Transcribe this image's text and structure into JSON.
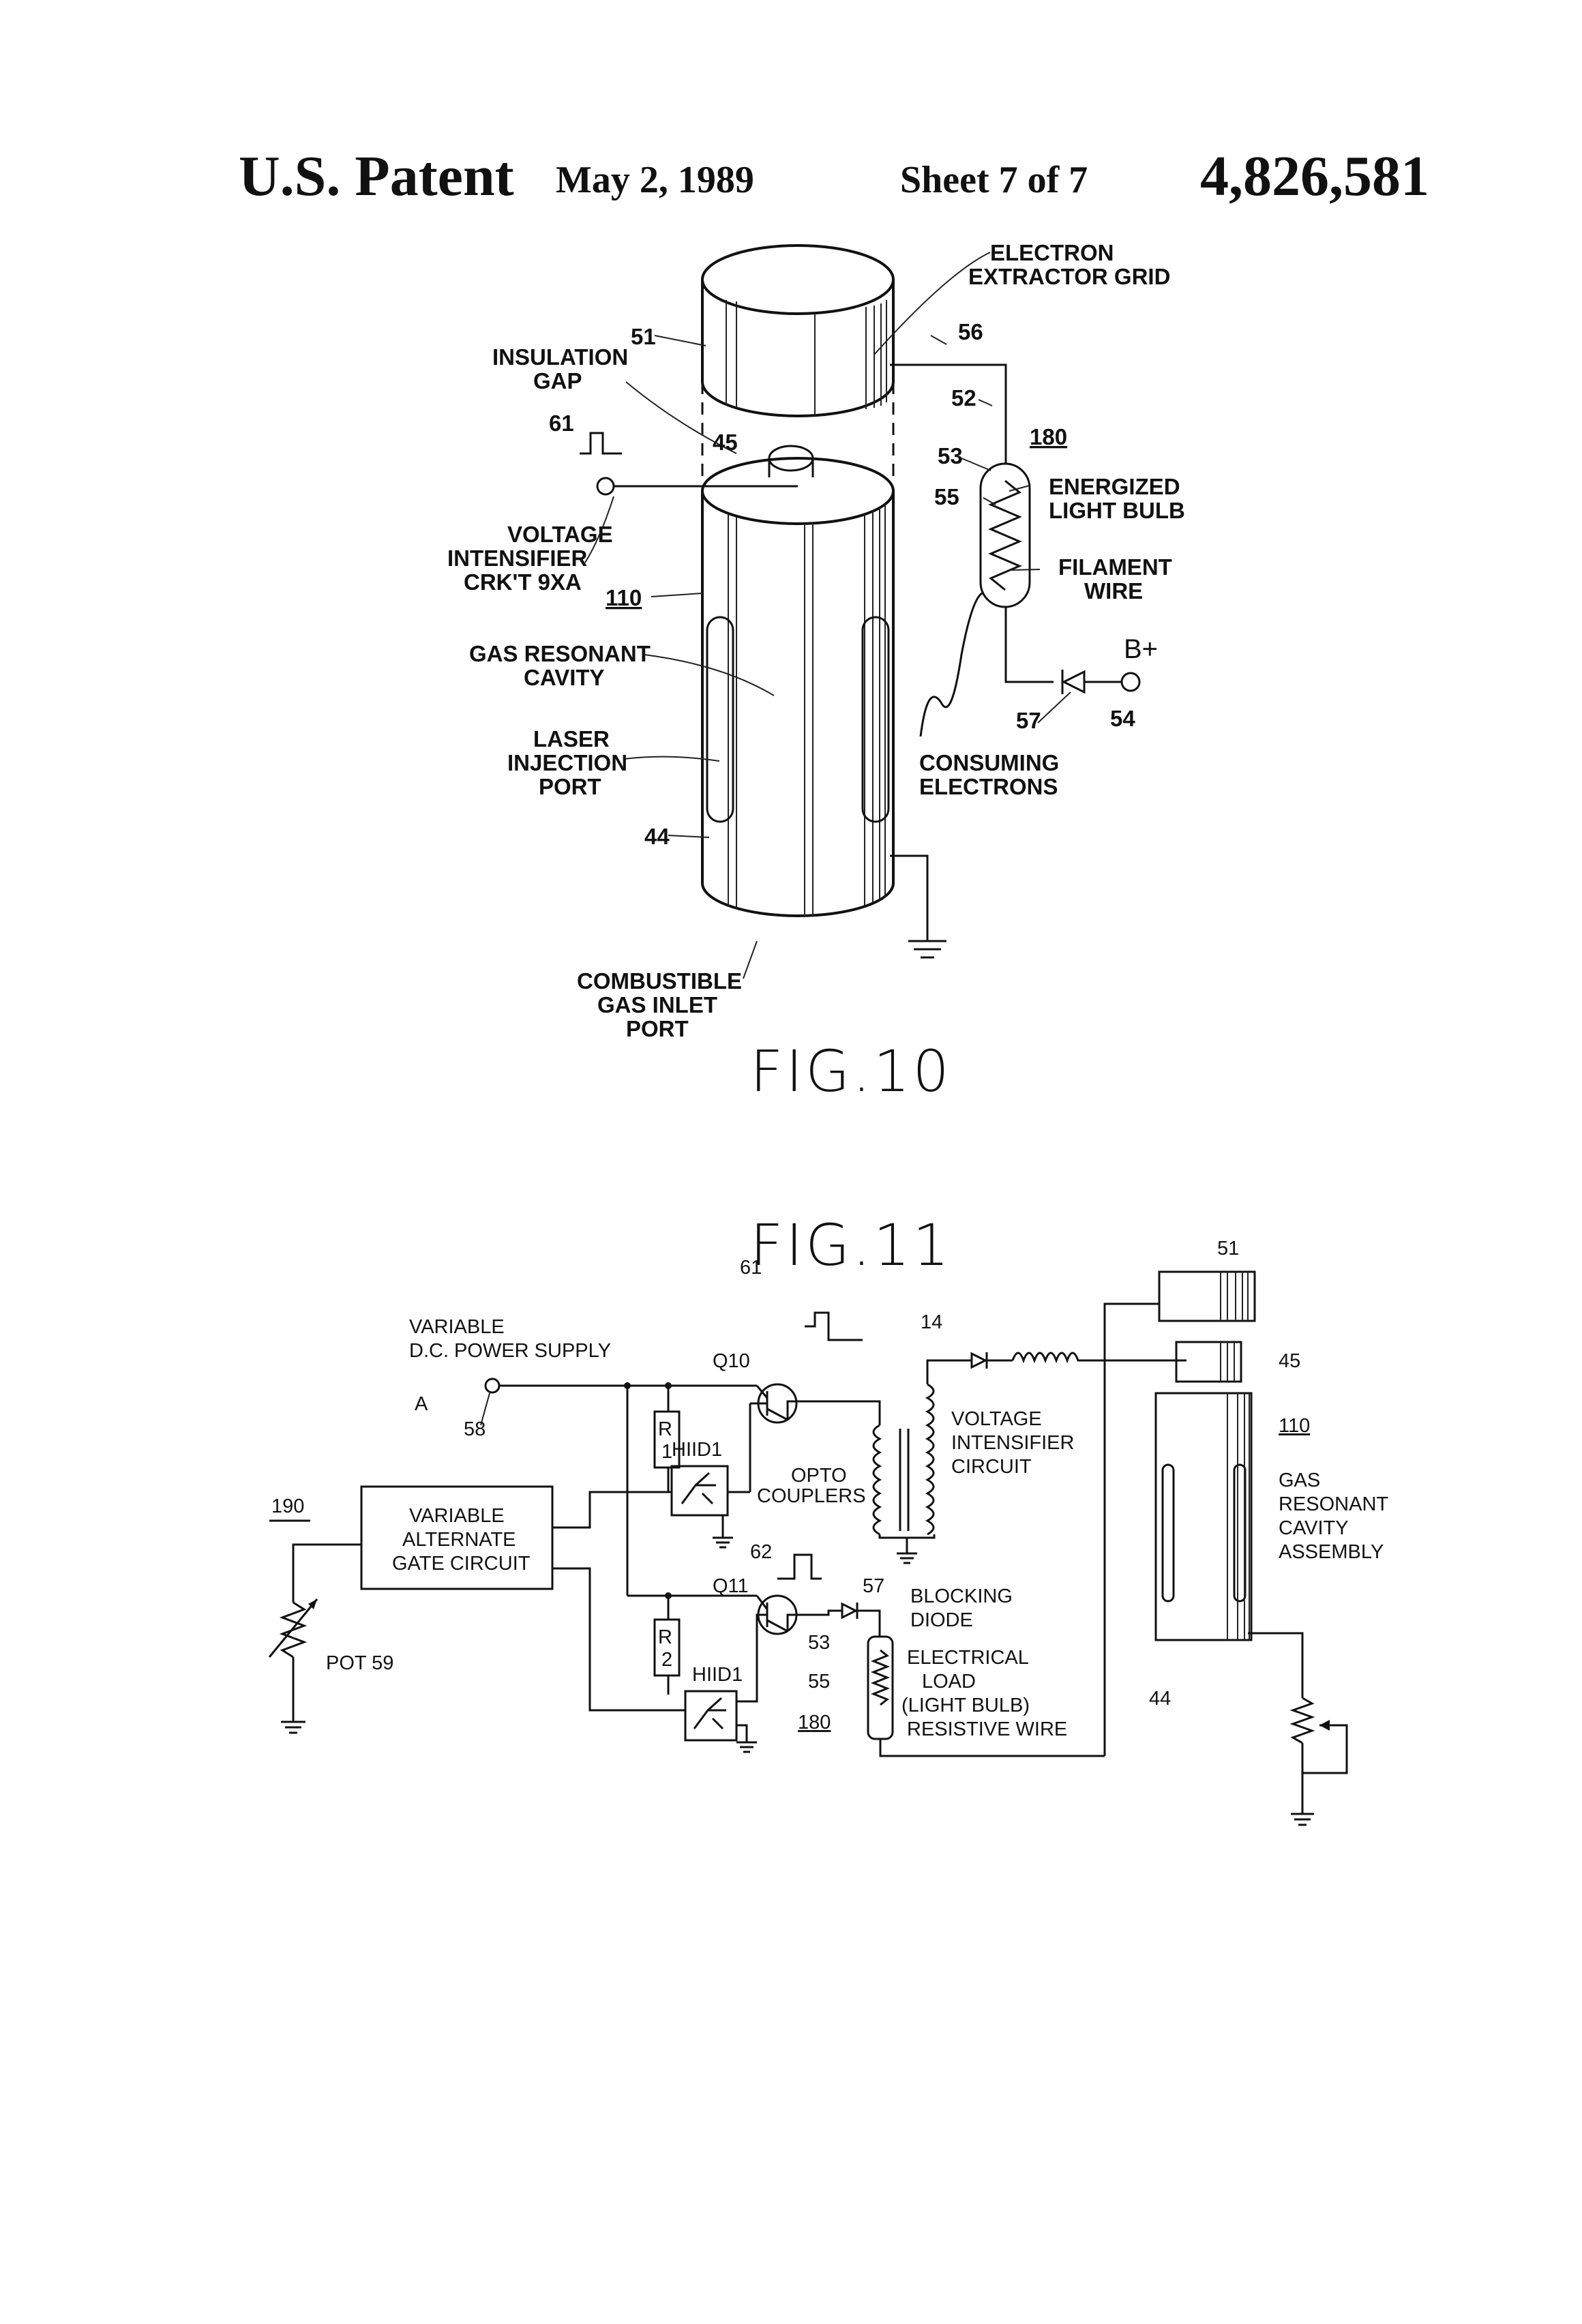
{
  "header": {
    "title": "U.S. Patent",
    "date": "May 2, 1989",
    "sheet": "Sheet 7 of 7",
    "patent_number": "4,826,581"
  },
  "fig10": {
    "caption": "FIG.10",
    "labels": {
      "electron_extractor_grid_1": "ELECTRON",
      "electron_extractor_grid_2": "EXTRACTOR GRID",
      "insulation_gap_1": "INSULATION",
      "insulation_gap_2": "GAP",
      "voltage_intensifier_1": "VOLTAGE",
      "voltage_intensifier_2": "INTENSIFIER",
      "voltage_intensifier_3": "CRK'T 9XA",
      "gas_resonant_1": "GAS RESONANT",
      "gas_resonant_2": "CAVITY",
      "laser_1": "LASER",
      "laser_2": "INJECTION",
      "laser_3": "PORT",
      "combustible_1": "COMBUSTIBLE",
      "combustible_2": "GAS INLET",
      "combustible_3": "PORT",
      "energized_1": "ENERGIZED",
      "energized_2": "LIGHT BULB",
      "filament_1": "FILAMENT",
      "filament_2": "WIRE",
      "consuming_1": "CONSUMING",
      "consuming_2": "ELECTRONS",
      "b_plus": "B+"
    },
    "refs": {
      "r51": "51",
      "r56": "56",
      "r52": "52",
      "r180": "180",
      "r61": "61",
      "r45": "45",
      "r53": "53",
      "r55": "55",
      "r110": "110",
      "r44": "44",
      "r57": "57",
      "r54": "54"
    }
  },
  "fig11": {
    "caption": "FIG.11",
    "labels": {
      "variable_1": "VARIABLE",
      "variable_2": "D.C. POWER SUPPLY",
      "point_a": "A",
      "q10": "Q10",
      "q11": "Q11",
      "r1_a": "R",
      "r1_b": "1",
      "r2_a": "R",
      "r2_b": "2",
      "hiid1_top": "HIID1",
      "hiid1_bottom": "HIID1",
      "opto_1": "OPTO",
      "opto_2": "COUPLERS",
      "voltage_int_1": "VOLTAGE",
      "voltage_int_2": "INTENSIFIER",
      "voltage_int_3": "CIRCUIT",
      "vagc_1": "VARIABLE",
      "vagc_2": "ALTERNATE",
      "vagc_3": "GATE CIRCUIT",
      "pot": "POT 59",
      "blocking_1": "BLOCKING",
      "blocking_2": "DIODE",
      "load_1": "ELECTRICAL",
      "load_2": "LOAD",
      "load_3": "(LIGHT BULB)",
      "load_4": "RESISTIVE WIRE",
      "gas_1": "GAS",
      "gas_2": "RESONANT",
      "gas_3": "CAVITY",
      "gas_4": "ASSEMBLY"
    },
    "refs": {
      "r190": "190",
      "r58": "58",
      "r61": "61",
      "r14": "14",
      "r62": "62",
      "r57": "57",
      "r53": "53",
      "r55": "55",
      "r180": "180",
      "r51": "51",
      "r45": "45",
      "r110": "110",
      "r44": "44"
    }
  }
}
